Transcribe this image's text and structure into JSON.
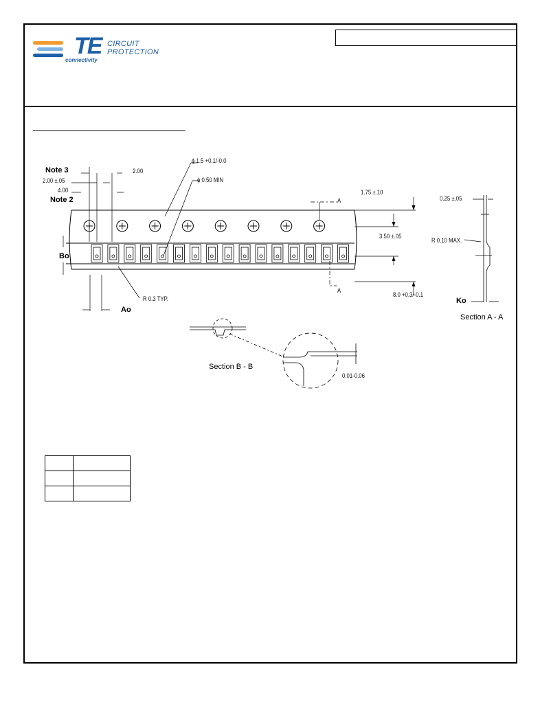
{
  "header": {
    "brand": {
      "mark": "TE",
      "tagline": "connectivity",
      "division_line1": "CIRCUIT",
      "division_line2": "PROTECTION"
    },
    "doc_box_text": ""
  },
  "colors": {
    "brand_blue": "#1d5fa8",
    "bar_orange": "#f39a2d",
    "bar_light_blue": "#7fb3e0"
  },
  "drawing": {
    "notes": {
      "note3": "Note 3",
      "note2": "Note 2"
    },
    "labels": {
      "bo": "Bo",
      "ao": "Ao",
      "ko": "Ko",
      "section_aa": "Section A - A",
      "section_bb": "Section B - B",
      "cut_a_top": "A",
      "cut_a_bottom": "A"
    },
    "dimensions": {
      "d200_left": "2.00 ±.05",
      "d400": "4.00",
      "d200_pitch": "2.00",
      "hole_dia": "ϕ 1.5 +0.1/-0.0",
      "hole_min": "ϕ 0.50 MIN",
      "d175": "1.75 ±.10",
      "d350": "3.50 ±.05",
      "d80": "8.0 +0.3/-0.1",
      "r03": "R 0.3 TYP.",
      "d025": "0.25 ±.05",
      "r010": "R 0.10 MAX.",
      "d001": "0.01-0.06"
    }
  },
  "table": {
    "rows": [
      [
        "",
        ""
      ],
      [
        "",
        ""
      ],
      [
        "",
        ""
      ]
    ]
  }
}
